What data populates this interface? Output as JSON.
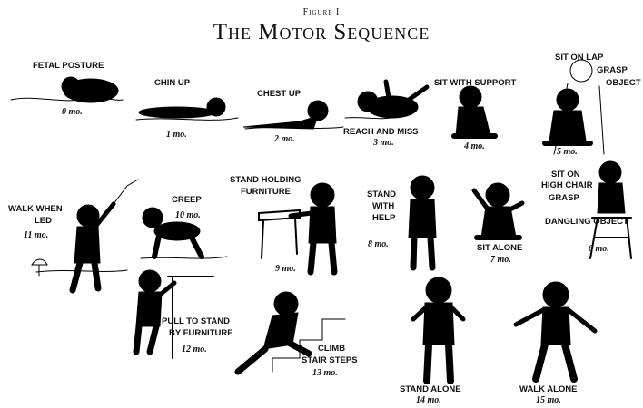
{
  "figure_label": "Figure I",
  "title": "The Motor Sequence",
  "stages": [
    {
      "id": "fetal-posture",
      "label": [
        "FETAL POSTURE"
      ],
      "age": "0 mo."
    },
    {
      "id": "chin-up",
      "label": [
        "CHIN UP"
      ],
      "age": "1 mo."
    },
    {
      "id": "chest-up",
      "label": [
        "CHEST UP"
      ],
      "age": "2 mo."
    },
    {
      "id": "reach-and-miss",
      "label": [
        "REACH AND MISS"
      ],
      "age": "3 mo."
    },
    {
      "id": "sit-with-support",
      "label": [
        "SIT WITH SUPPORT"
      ],
      "age": "4 mo."
    },
    {
      "id": "sit-on-lap",
      "label": [
        "SIT ON LAP",
        "GRASP",
        "OBJECT"
      ],
      "age": "5 mo."
    },
    {
      "id": "sit-on-high-chair",
      "label": [
        "SIT ON",
        "HIGH CHAIR",
        "GRASP",
        "DANGLING OBJECT"
      ],
      "age": "6 mo."
    },
    {
      "id": "sit-alone",
      "label": [
        "SIT ALONE"
      ],
      "age": "7 mo."
    },
    {
      "id": "stand-with-help",
      "label": [
        "STAND",
        "WITH",
        "HELP"
      ],
      "age": "8 mo."
    },
    {
      "id": "stand-holding-furniture",
      "label": [
        "STAND HOLDING",
        "FURNITURE"
      ],
      "age": "9 mo."
    },
    {
      "id": "creep",
      "label": [
        "CREEP"
      ],
      "age": "10 mo."
    },
    {
      "id": "walk-when-led",
      "label": [
        "WALK WHEN",
        "LED"
      ],
      "age": "11 mo."
    },
    {
      "id": "pull-to-stand",
      "label": [
        "PULL TO STAND",
        "BY FURNITURE"
      ],
      "age": "12 mo."
    },
    {
      "id": "climb-stair-steps",
      "label": [
        "CLIMB",
        "STAIR STEPS"
      ],
      "age": "13 mo."
    },
    {
      "id": "stand-alone",
      "label": [
        "STAND ALONE"
      ],
      "age": "14 mo."
    },
    {
      "id": "walk-alone",
      "label": [
        "WALK ALONE"
      ],
      "age": "15 mo."
    }
  ]
}
